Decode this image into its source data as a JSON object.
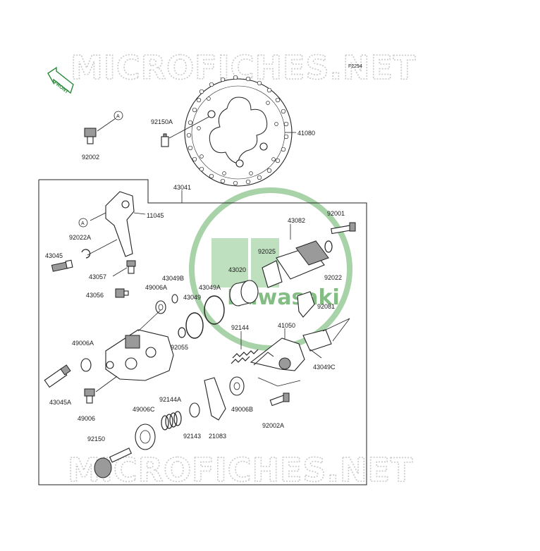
{
  "diagram": {
    "watermark_top": "MICROFICHES.NET",
    "watermark_bottom": "MICROFICHES.NET",
    "figure_code": "F2294",
    "front_label": "FRONT",
    "logo_text": "Kawasaki",
    "ref_marker": "A",
    "colors": {
      "logo": "#5aa85a",
      "watermark": "#c9c9c9",
      "line": "#222222",
      "part_grey": "#9a9a9a"
    },
    "labels": {
      "p92002": "92002",
      "p92150A": "92150A",
      "p41080": "41080",
      "p43041": "43041",
      "p11045": "11045",
      "p92022A": "92022A",
      "p43045": "43045",
      "p43057": "43057",
      "p43056": "43056",
      "p49006A_top": "49006A",
      "p43049B": "43049B",
      "p43049": "43049",
      "p43049A": "43049A",
      "p43082": "43082",
      "p92001": "92001",
      "p92025": "92025",
      "p43020": "43020",
      "p92022": "92022",
      "p92081": "92081",
      "p92144": "92144",
      "p41050": "41050",
      "p49006A_left": "49006A",
      "p92055": "92055",
      "p43049C": "43049C",
      "p43045A": "43045A",
      "p49006": "49006",
      "p49006C": "49006C",
      "p92144A": "92144A",
      "p49006B": "49006B",
      "p92002A": "92002A",
      "p92143": "92143",
      "p21083": "21083",
      "p92150": "92150"
    }
  }
}
